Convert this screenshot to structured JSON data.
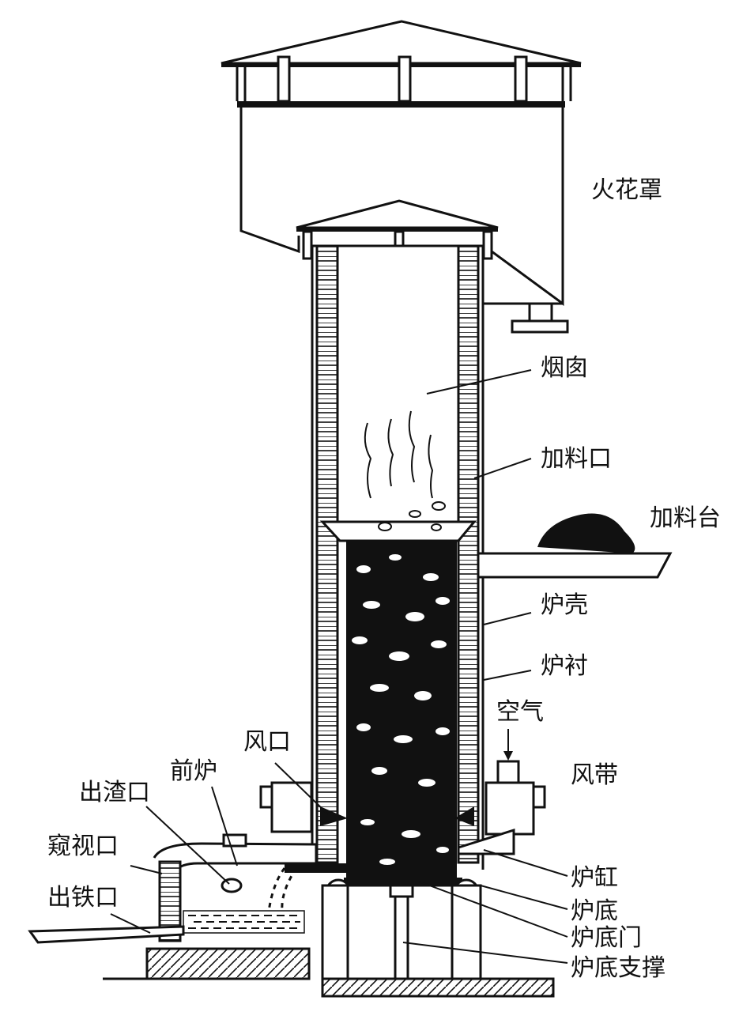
{
  "labels": {
    "spark_hood": "火花罩",
    "chimney": "烟囱",
    "charging_door": "加料口",
    "charging_platform": "加料台",
    "furnace_shell": "炉壳",
    "furnace_lining": "炉衬",
    "air": "空气",
    "tuyere": "风口",
    "wind_box": "风带",
    "forehearth": "前炉",
    "slag_hole": "出渣口",
    "peep_hole": "窥视口",
    "tap_hole": "出铁口",
    "crucible": "炉缸",
    "furnace_bottom": "炉底",
    "bottom_door": "炉底门",
    "bottom_support": "炉底支撑"
  }
}
